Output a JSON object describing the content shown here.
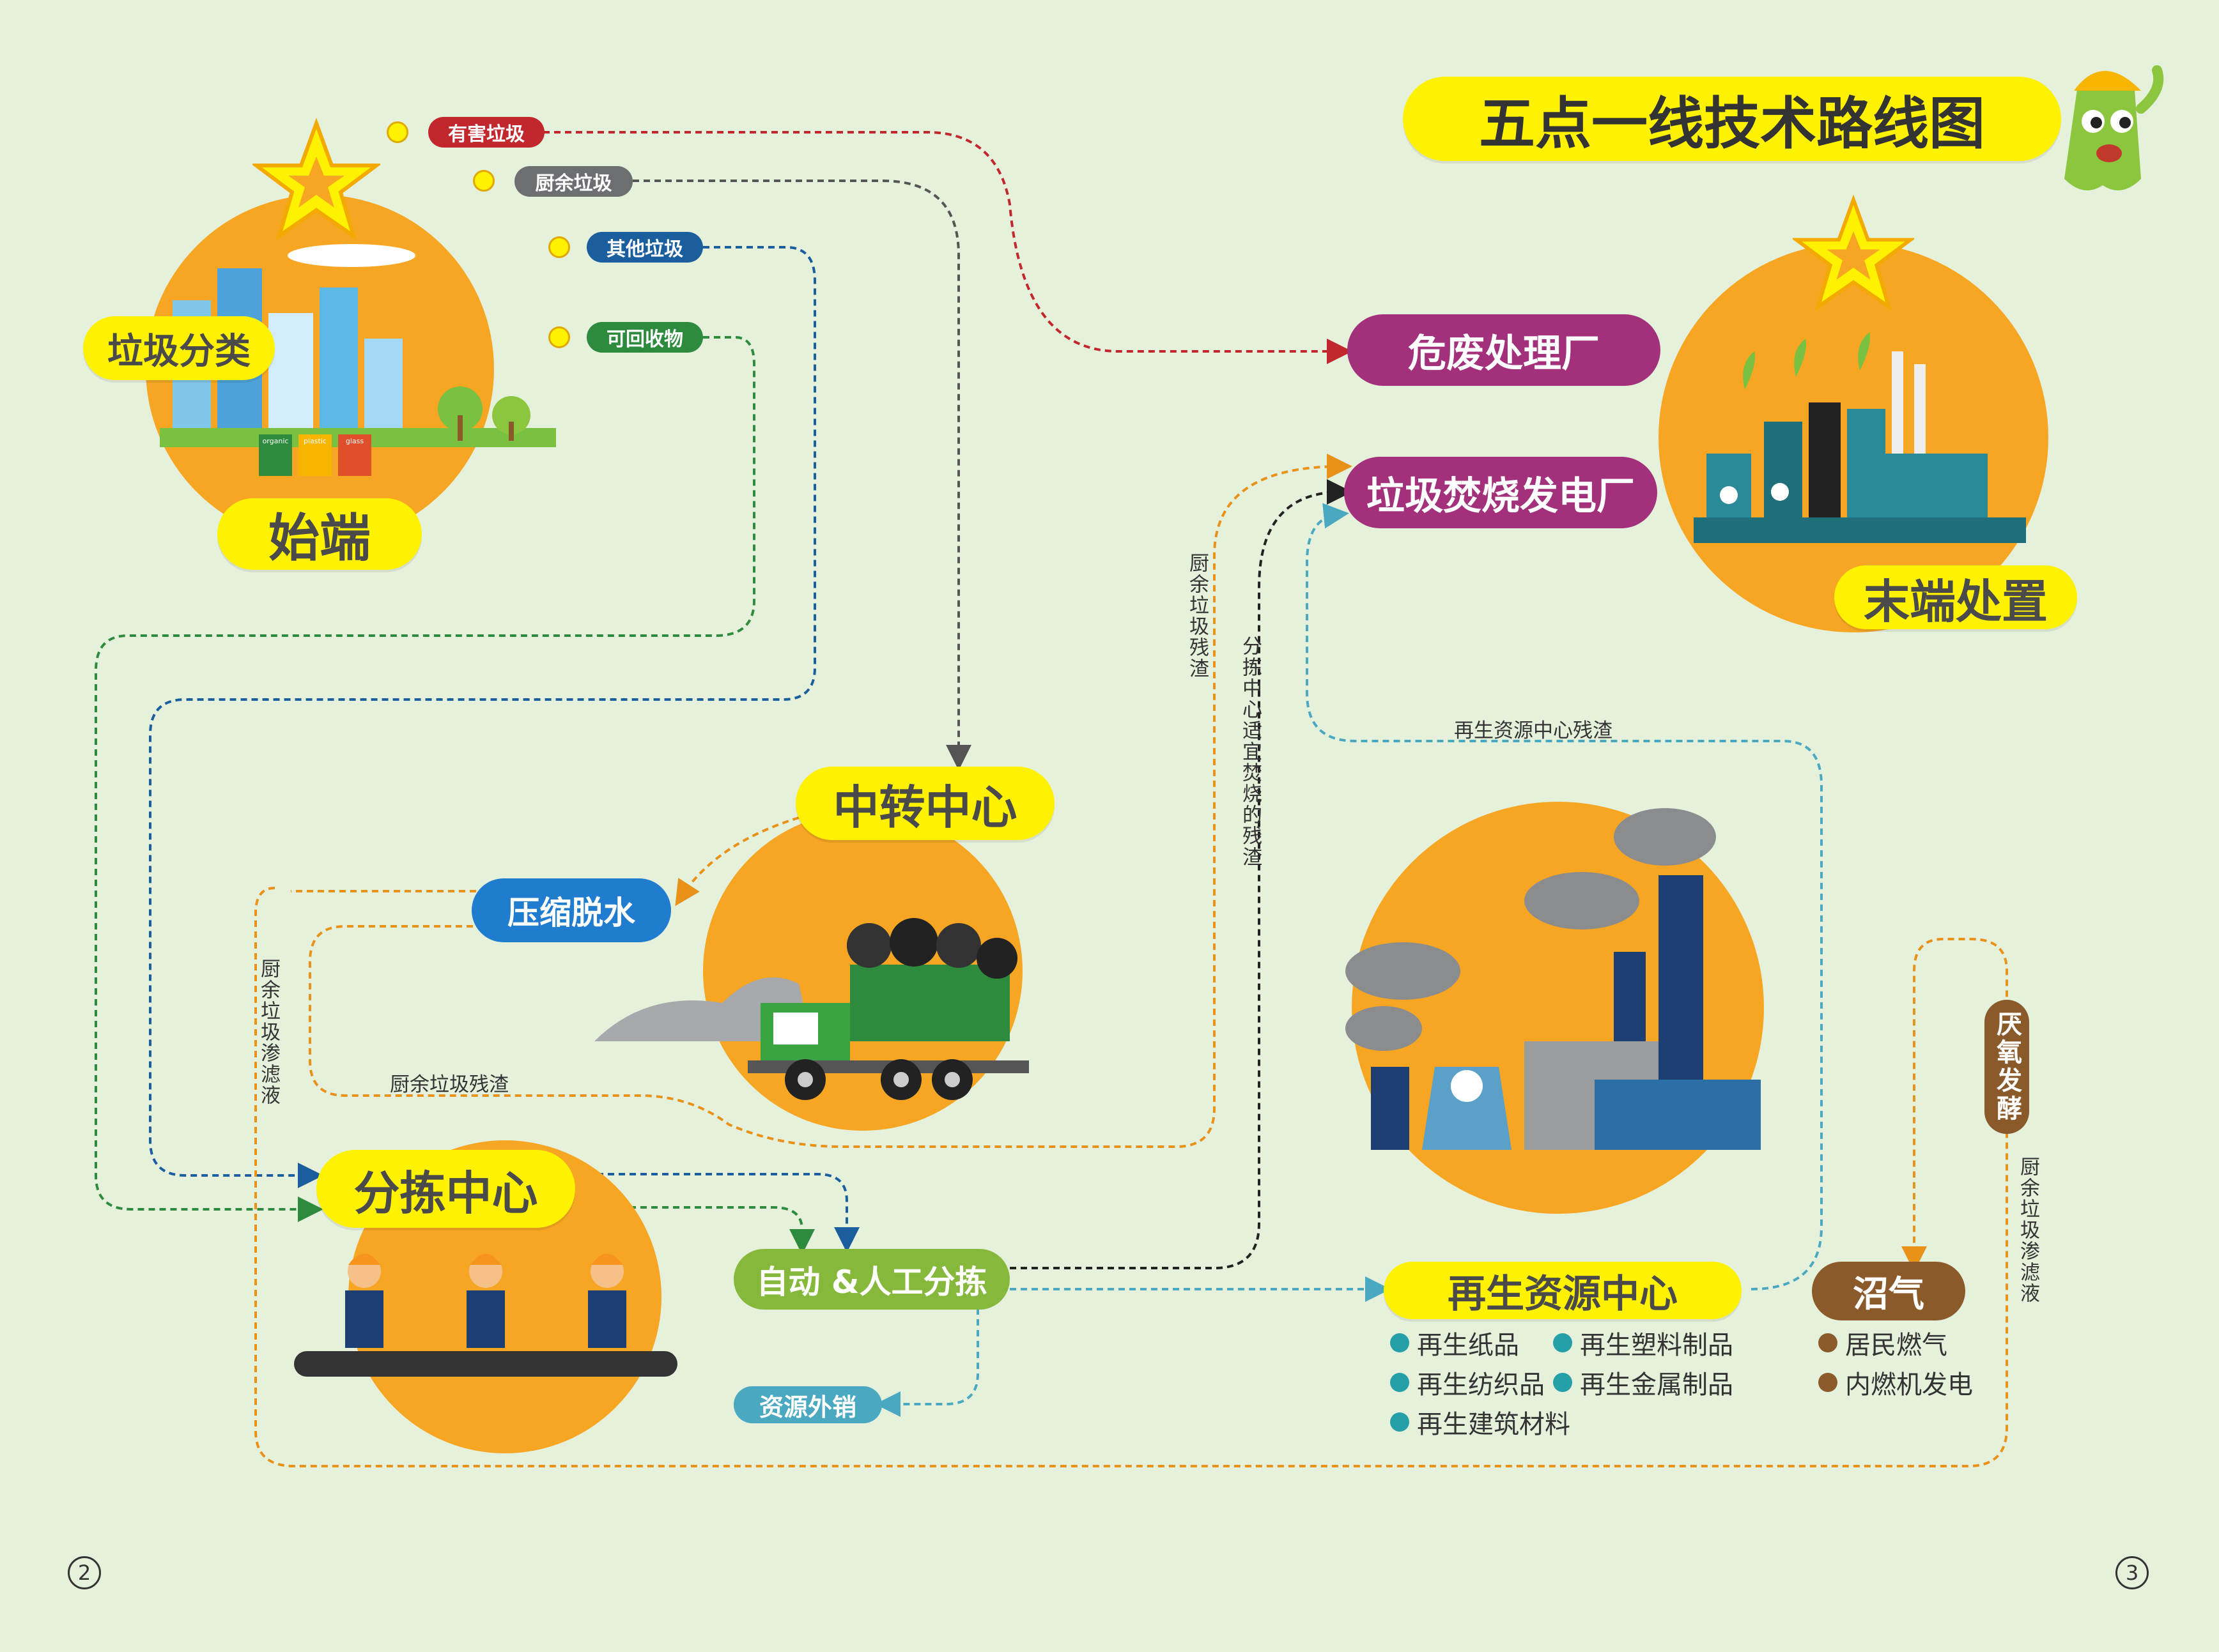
{
  "title": "五点一线技术路线图",
  "nodes": {
    "start_label": "始端",
    "sorting_label": "垃圾分类",
    "end_label": "末端处置",
    "transfer_center": "中转中心",
    "compress": "压缩脱水",
    "sort_center": "分拣中心",
    "auto_sort": "自动 &人工分拣",
    "resource_sale": "资源外销",
    "recycle_center": "再生资源中心",
    "hazard_plant": "危废处理厂",
    "incinerator": "垃圾焚烧发电厂",
    "anaerobic": "厌氧发酵",
    "biogas": "沼气"
  },
  "waste_types": [
    "有害垃圾",
    "厨余垃圾",
    "其他垃圾",
    "可回收物"
  ],
  "flow_labels": {
    "kitchen_residue_v": "厨余垃圾残渣",
    "sort_residue_v": "分拣中心适宜焚烧的残渣",
    "recycle_residue": "再生资源中心残渣",
    "leachate_left": "厨余垃圾渗滤液",
    "kitchen_residue_h": "厨余垃圾残渣",
    "leachate_right": "厨余垃圾渗滤液"
  },
  "recycle_products": [
    "再生纸品",
    "再生塑料制品",
    "再生纺织品",
    "再生金属制品",
    "再生建筑材料"
  ],
  "biogas_uses": [
    "居民燃气",
    "内燃机发电"
  ],
  "bin_labels": [
    "organic",
    "plastic",
    "glass"
  ],
  "page_numbers": [
    "2",
    "3"
  ],
  "colors": {
    "background": "#e6f1dc",
    "circle": "#f6a623",
    "yellow": "#fff200",
    "hazard": "#c1272d",
    "kitchen": "#6d6e71",
    "other": "#1b5e9e",
    "recyclable": "#2e8b3e",
    "magenta": "#a3307a",
    "blue": "#1f7ccf",
    "green_pill": "#86b83c",
    "teal": "#4aa9c0",
    "brown": "#8b5a2b"
  }
}
